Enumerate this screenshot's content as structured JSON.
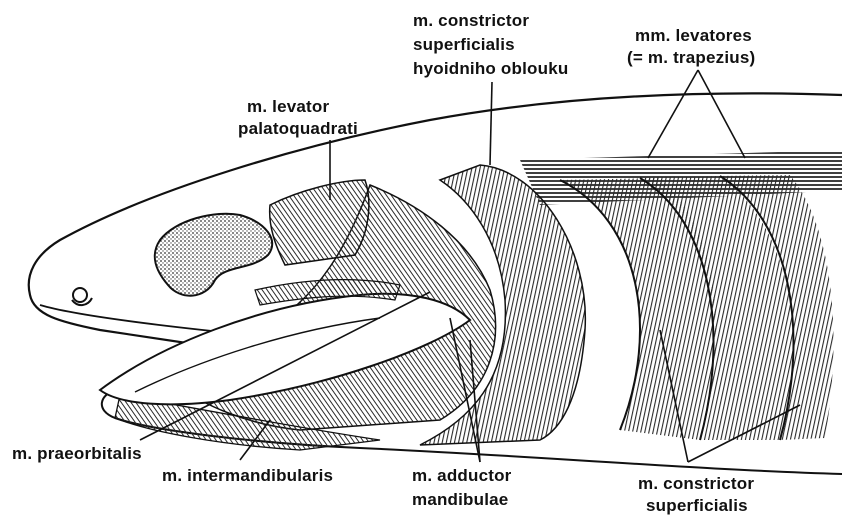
{
  "colors": {
    "ink": "#111111",
    "hatch": "#2a2a2a",
    "paper": "#ffffff"
  },
  "labels": {
    "constrictor_hyoid": [
      "m. constrictor",
      "superficialis",
      "hyoidniho oblouku"
    ],
    "levatores": [
      "mm. levatores",
      "(= m. trapezius)"
    ],
    "levator_palatoquadrati": [
      "m. levator",
      "palatoquadrati"
    ],
    "praeorbitalis": "m. praeorbitalis",
    "intermandibularis": "m. intermandibularis",
    "adductor_mandibulae": [
      "m. adductor",
      "mandibulae"
    ],
    "constrictor_superficialis": [
      "m. constrictor",
      "superficialis"
    ]
  }
}
